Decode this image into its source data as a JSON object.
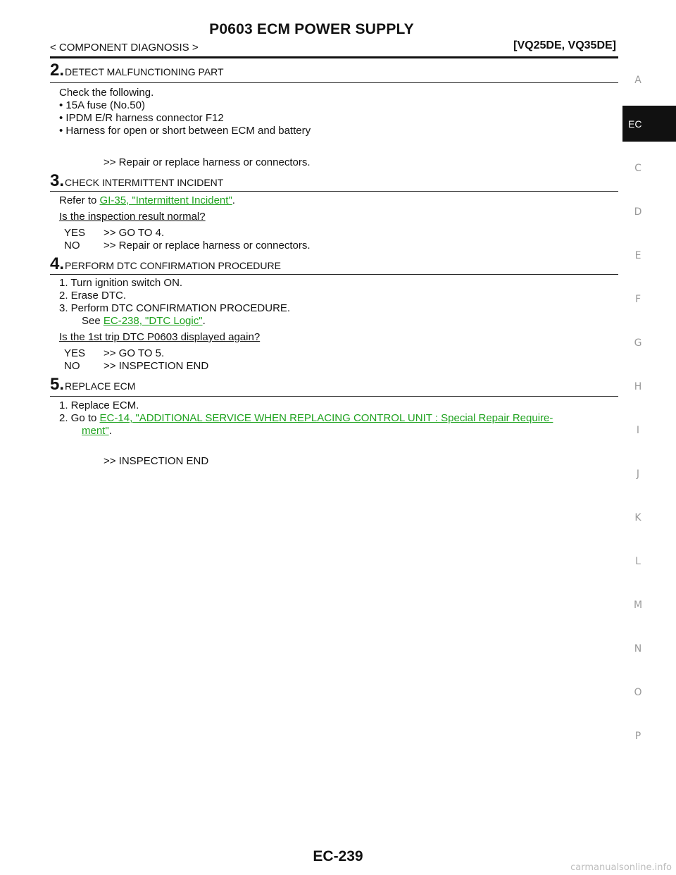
{
  "header": {
    "title": "P0603 ECM POWER SUPPLY",
    "section": "< COMPONENT DIAGNOSIS >",
    "engines": "[VQ25DE, VQ35DE]"
  },
  "steps": [
    {
      "number": "2.",
      "title": "DETECT MALFUNCTIONING PART",
      "intro": "Check the following.",
      "items": [
        "• 15A fuse (No.50)",
        "• IPDM E/R harness connector F12",
        "• Harness for open or short between ECM and battery"
      ],
      "result": ">> Repair or replace harness or connectors."
    },
    {
      "number": "3.",
      "title": "CHECK INTERMITTENT INCIDENT",
      "refer_prefix": "Refer to ",
      "refer_link": "GI-35, \"Intermittent Incident\"",
      "refer_suffix": ".",
      "question": "Is the inspection result normal?",
      "yes_label": "YES",
      "yes_action": ">> GO TO 4.",
      "no_label": "NO",
      "no_action": ">> Repair or replace harness or connectors."
    },
    {
      "number": "4.",
      "title": "PERFORM DTC CONFIRMATION PROCEDURE",
      "items": [
        "1. Turn ignition switch ON.",
        "2. Erase DTC.",
        "3. Perform DTC CONFIRMATION PROCEDURE."
      ],
      "see_prefix": "See ",
      "see_link": "EC-238, \"DTC Logic\"",
      "see_suffix": ".",
      "question": "Is the 1st trip DTC P0603 displayed again?",
      "yes_label": "YES",
      "yes_action": ">> GO TO 5.",
      "no_label": "NO",
      "no_action": ">> INSPECTION END"
    },
    {
      "number": "5.",
      "title": "REPLACE ECM",
      "item1": "1. Replace ECM.",
      "item2_prefix": "2. Go to ",
      "item2_link_line1": "EC-14, \"ADDITIONAL SERVICE WHEN REPLACING CONTROL UNIT : Special Repair Require-",
      "item2_link_line2": "ment\"",
      "item2_suffix": ".",
      "result": ">> INSPECTION END"
    }
  ],
  "sidebar": {
    "letters": [
      "A",
      "C",
      "D",
      "E",
      "F",
      "G",
      "H",
      "I",
      "J",
      "K",
      "L",
      "M",
      "N",
      "O",
      "P"
    ],
    "active_tab": "EC"
  },
  "footer": {
    "page_number": "EC-239",
    "watermark": "carmanualsonline.info"
  },
  "colors": {
    "link": "#1fa21f",
    "sidebar_tab": "#111111",
    "sidebar_letter": "#9a9a9a"
  }
}
